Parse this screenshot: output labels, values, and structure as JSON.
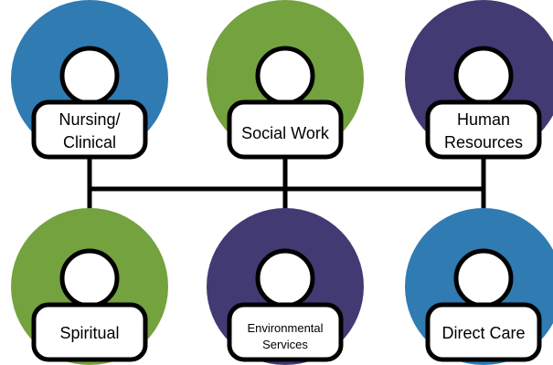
{
  "colors": {
    "blue": "#2f7bb2",
    "green": "#73a23f",
    "purple": "#423a73",
    "outline": "#000000",
    "fill": "#ffffff"
  },
  "nodes": [
    {
      "id": "nursing",
      "label_lines": [
        "Nursing/",
        "Clinical"
      ],
      "color": "blue"
    },
    {
      "id": "social-work",
      "label_lines": [
        "Social Work"
      ],
      "color": "green"
    },
    {
      "id": "human-resources",
      "label_lines": [
        "Human",
        "Resources"
      ],
      "color": "purple"
    },
    {
      "id": "spiritual",
      "label_lines": [
        "Spiritual"
      ],
      "color": "green"
    },
    {
      "id": "environmental-services",
      "label_lines": [
        "Environmental",
        "Services"
      ],
      "color": "purple"
    },
    {
      "id": "direct-care",
      "label_lines": [
        "Direct Care"
      ],
      "color": "blue"
    }
  ]
}
